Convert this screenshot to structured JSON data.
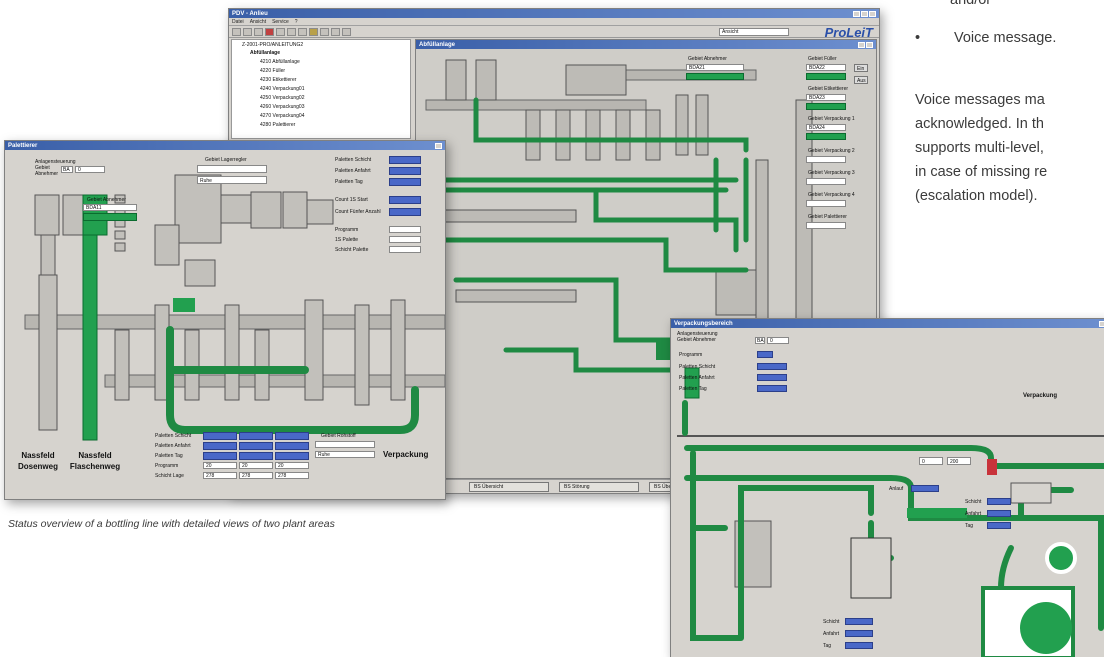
{
  "page": {
    "bullet_cut": "and/or",
    "bullet_symbol": "•",
    "bullet_text": "Voice message.",
    "para_lines": [
      "Voice messages ma",
      "acknowledged. In th",
      "supports multi-level,",
      "in case of missing re",
      "(escalation model)."
    ],
    "caption": "Status overview of a bottling line with detailed views of two plant areas"
  },
  "main_window": {
    "title": "PDV - Anlieu",
    "menu": [
      "Datei",
      "Ansicht",
      "Service",
      "?"
    ],
    "search_value": "Ansicht",
    "logo": "ProLeiT",
    "inner_title": "Abfüllanlage",
    "tree_root": "Z-2001-PRO/ANLEITUNG2",
    "tree_parent": "Abfüllanlage",
    "tree_items": [
      "4210 Abfüllanlage",
      "4220 Füller",
      "4230 Etikettierer",
      "4240 Verpackung01",
      "4250 Verpackung02",
      "4260 Verpackung03",
      "4270 Verpackung04",
      "4280 Palettierer"
    ],
    "panel_labels": [
      "Gebiet Abnehmer",
      "Gebiet Füller",
      "Gebiet Etikettierer",
      "Gebiet Verpackung 1",
      "Gebiet Verpackung 2",
      "Gebiet Verpackung 3",
      "Gebiet Verpackung 4",
      "Gebiet Palettierer"
    ],
    "panel_values": [
      "BDA21",
      "BDA22",
      "BDA23",
      "BDA24"
    ],
    "status_tabs": [
      "BS Übersicht",
      "BS Störung",
      "BS Übersicht"
    ],
    "small_btns": [
      "Ein",
      "Aus"
    ]
  },
  "left_window": {
    "title": "Palettierer",
    "header_label": "Anlagensteuerung Gebiet Abnehmer",
    "header_code": "BA",
    "header_val": "0",
    "gebiet_lager": "Gebiet Lagerregler",
    "gebiet_lager_val": "Ruhe",
    "gebiet_abnehmer": "Gebiet Abnehmer",
    "gebiet_abnehmer_val": "BDA11",
    "right_labels": [
      "Paletten Schicht",
      "Paletten Anfahrt",
      "Paletten Tag",
      "Count 1S Start",
      "Count Fünfer Anzahl",
      "Programm",
      "1S Palette",
      "Schicht Palette"
    ],
    "bottom_labels": [
      "Paletten Schicht",
      "Paletten Anfahrt",
      "Paletten Tag",
      "Programm",
      "Schicht Lage"
    ],
    "bottom_values": [
      "20",
      "20",
      "20",
      "278",
      "278",
      "278"
    ],
    "rohstoff_label": "Gebiet Rohstoff",
    "rohstoff_val": "Ruhe",
    "area_labels": [
      "Nassfeld Dosenweg",
      "Nassfeld Flaschenweg",
      "Verpackung"
    ]
  },
  "right_window": {
    "title": "Verpackungsbereich",
    "header_label": "Anlagensteuerung Gebiet Abnehmer",
    "header_code": "BA",
    "header_val": "0",
    "labels": [
      "Programm",
      "Paletten Schicht",
      "Paletten Anfahrt",
      "Paletten Tag"
    ],
    "verpackung_label": "Verpackung",
    "mid_label": "Anlauf",
    "mid_vals": [
      "0",
      "200"
    ],
    "side_labels": [
      "Schicht",
      "Anfahrt",
      "Tag"
    ],
    "bottom_labels": [
      "Schicht",
      "Anfahrt",
      "Tag"
    ]
  },
  "colors": {
    "green": "#22a04f",
    "blue": "#4a68c8",
    "window_bg": "#d6d3ce",
    "title_bar": "#3a5fa8"
  }
}
